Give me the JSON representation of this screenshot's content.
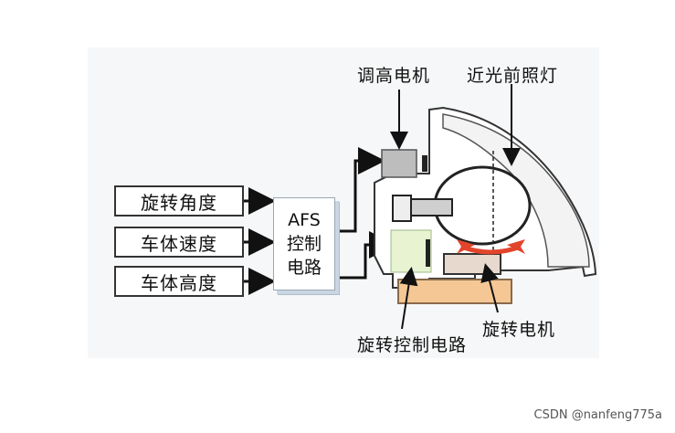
{
  "inputs": [
    "旋转角度",
    "车体速度",
    "车体高度"
  ],
  "afs": {
    "line1": "AFS",
    "line2": "控制",
    "line3": "电路"
  },
  "labels": {
    "leveling_motor": "调高电机",
    "low_beam_lamp": "近光前照灯",
    "swivel_control_circuit": "旋转控制电路",
    "swivel_motor": "旋转电机"
  },
  "watermark": "CSDN @nanfeng775a"
}
